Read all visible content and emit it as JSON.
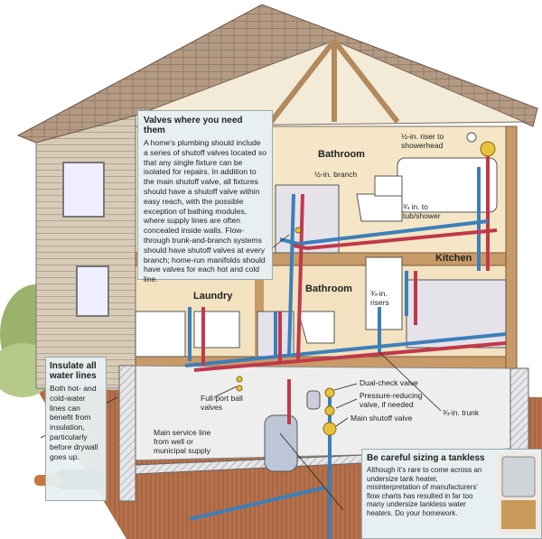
{
  "callouts": {
    "valves": {
      "title": "Valves where you need them",
      "body": "A home's plumbing should include a series of shutoff valves located so that any single fixture can be isolated for repairs. In addition to the main shutoff valve, all fixtures should have a shutoff valve within easy reach, with the possible exception of bathing modules, where supply lines are often concealed inside walls. Flow-through trunk-and-branch systems should have shutoff valves at every branch; home-run manifolds should have valves for each hot and cold line."
    },
    "insulate": {
      "title": "Insulate all water lines",
      "body": "Both hot- and cold-water lines can benefit from insulation, particularly before drywall goes up."
    },
    "tankless": {
      "title": "Be careful sizing a tankless",
      "body": "Although it's rare to come across an undersize tank heater, misinterpretation of manufacturers' flow charts has resulted in far too many undersize tankless water heaters. Do your homework."
    }
  },
  "rooms": {
    "bathroom_upper": "Bathroom",
    "bathroom_lower": "Bathroom",
    "kitchen": "Kitchen",
    "laundry": "Laundry"
  },
  "labels": {
    "branch": "½-in. branch",
    "riser_showerhead": "½-in. riser to showerhead",
    "tub_shower": "¾ in. to tub/shower",
    "risers": "¾-in. risers",
    "ball_valves": "Full-port ball valves",
    "dual_check": "Dual-check valve",
    "pressure_reducing": "Pressure-reducing valve, if needed",
    "main_shutoff": "Main shutoff valve",
    "trunk": "¾-in. trunk",
    "service_line": "Main service line from well or municipal supply"
  },
  "colors": {
    "hot": "#c0394a",
    "cold": "#3d7fb8",
    "valve": "#e8c23a"
  }
}
